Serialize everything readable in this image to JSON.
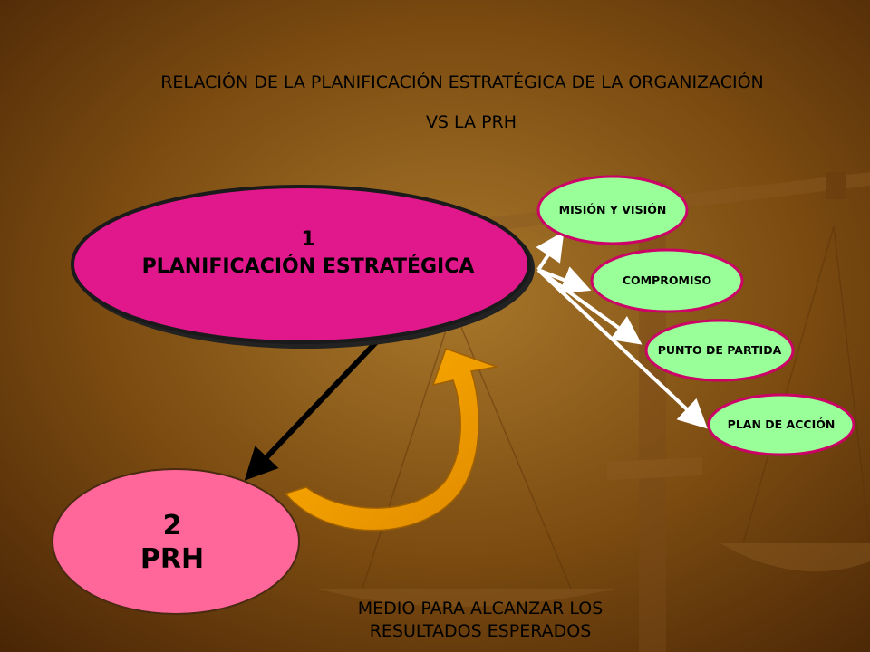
{
  "title": {
    "line1": "RELACIÓN DE LA PLANIFICACIÓN ESTRATÉGICA DE LA ORGANIZACIÓN",
    "line2": "VS   LA PRH"
  },
  "nodes": {
    "main": {
      "number": "1",
      "label": "PLANIFICACIÓN ESTRATÉGICA"
    },
    "prh": {
      "number": "2",
      "label": "PRH"
    },
    "mision": "MISIÓN Y VISIÓN",
    "compromiso": "COMPROMISO",
    "punto": "PUNTO DE PARTIDA",
    "plan": "PLAN DE ACCIÓN"
  },
  "footer": {
    "line1": "MEDIO PARA ALCANZAR LOS",
    "line2": "RESULTADOS ESPERADOS"
  },
  "colors": {
    "main_fill": "#e0188c",
    "prh_fill": "#ff6699",
    "bubble_fill": "#99ff99",
    "bubble_border": "#cc0066",
    "curved_arrow": "#f0a000"
  }
}
